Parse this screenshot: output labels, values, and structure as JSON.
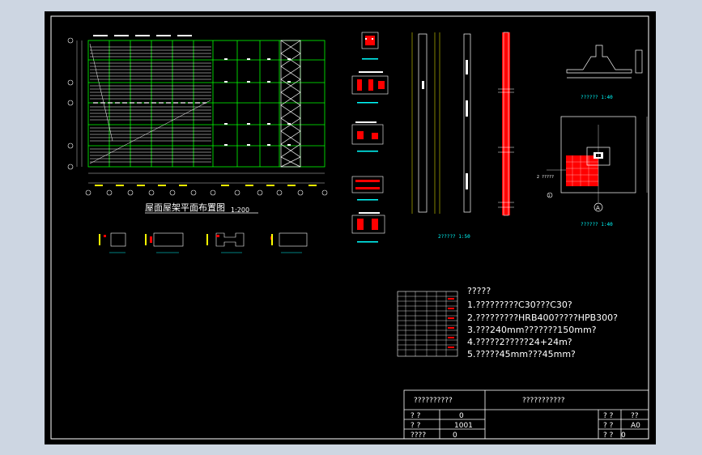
{
  "drawing": {
    "plan_title": "屋面屋架平面布置图",
    "plan_scale": "1:200",
    "notes": {
      "heading": "?????",
      "lines": [
        "1.?????????C30???C30?",
        "2.?????????HRB400?????HPB300?",
        "3.???240mm???????150mm?",
        "4.?????2?????24+24m?",
        "5.?????45mm???45mm?"
      ]
    },
    "column_label_a": "??????  1:40",
    "column_label_b": "??????  1:40",
    "elevation_label": "2?????  1:50",
    "axis_a": "A",
    "axis_1": "1",
    "detail_note": "2 ?????",
    "title_block": {
      "project": "??????????",
      "drawing_name": "???????????",
      "rows": [
        {
          "k": "? ?",
          "v": "0"
        },
        {
          "k": "? ?",
          "v": "1001"
        },
        {
          "k": "????",
          "v": "0"
        }
      ],
      "right_rows": [
        {
          "k": "? ?",
          "v": "??"
        },
        {
          "k": "? ?",
          "v": "A0"
        },
        {
          "k": "? ?",
          "v": "0"
        }
      ]
    },
    "colors": {
      "background": "#000000",
      "grid": "#00ff00",
      "lines": "#ffffff",
      "accent": "#ff0000",
      "dimension": "#ffff00",
      "axis": "#00ffff"
    }
  }
}
